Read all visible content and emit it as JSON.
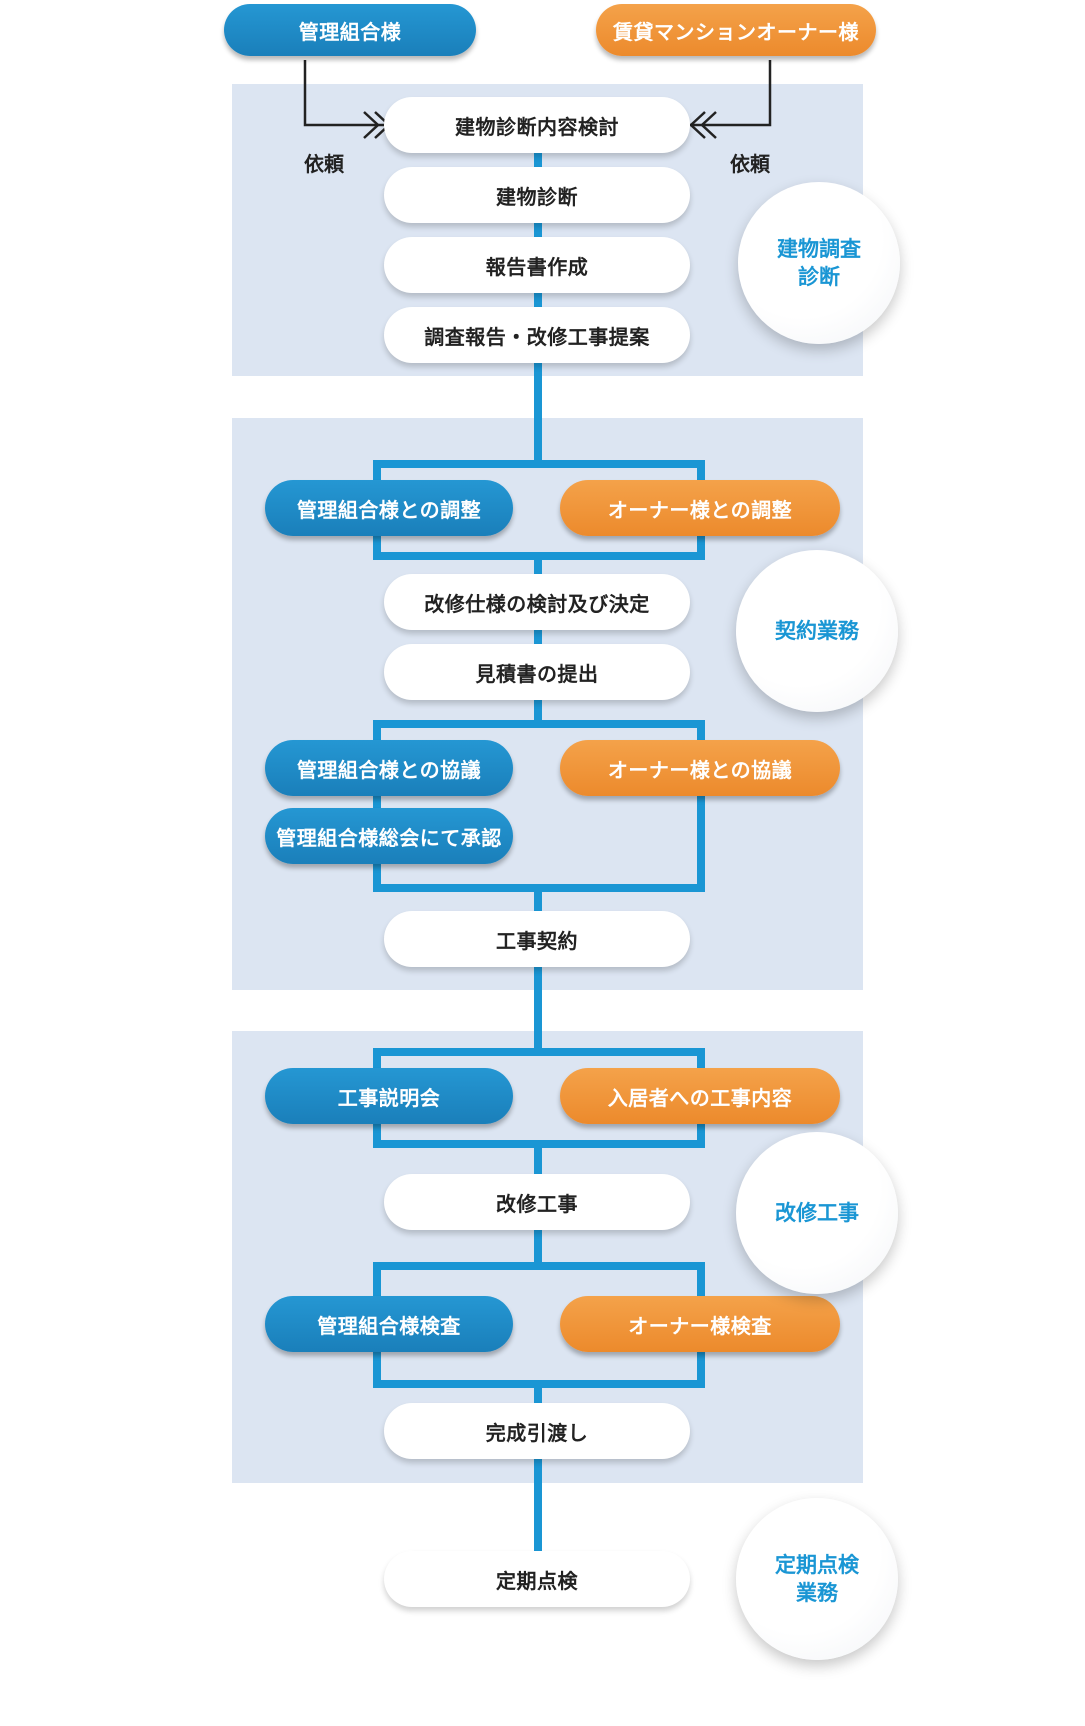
{
  "top": {
    "kanri_label": "管理組合様",
    "owner_label": "賃貸マンションオーナー様",
    "irai_left": "依頼",
    "irai_right": "依頼"
  },
  "survey": {
    "steps": [
      "建物診断内容検討",
      "建物診断",
      "報告書作成",
      "調査報告・改修工事提案"
    ],
    "circle": "建物調査\n診断"
  },
  "contract": {
    "kanri_adjust": "管理組合様との調整",
    "owner_adjust": "オーナー様との調整",
    "spec": "改修仕様の検討及び決定",
    "estimate": "見積書の提出",
    "kanri_discuss": "管理組合様との協議",
    "owner_discuss": "オーナー様との協議",
    "kanri_approve": "管理組合様総会にて承認",
    "sign": "工事契約",
    "circle": "契約業務"
  },
  "works": {
    "briefing": "工事説明会",
    "resident_notice": "入居者への工事内容",
    "renovation": "改修工事",
    "kanri_inspect": "管理組合様検査",
    "owner_inspect": "オーナー様検査",
    "handover": "完成引渡し",
    "circle": "改修工事"
  },
  "maintenance": {
    "inspection": "定期点検",
    "circle": "定期点検\n業務"
  },
  "colors": {
    "blue": "#1a7fba",
    "orange": "#ec8a2c",
    "connector": "#1a96d4",
    "panel": "#dce5f2",
    "circle_text": "#1a96d4"
  }
}
